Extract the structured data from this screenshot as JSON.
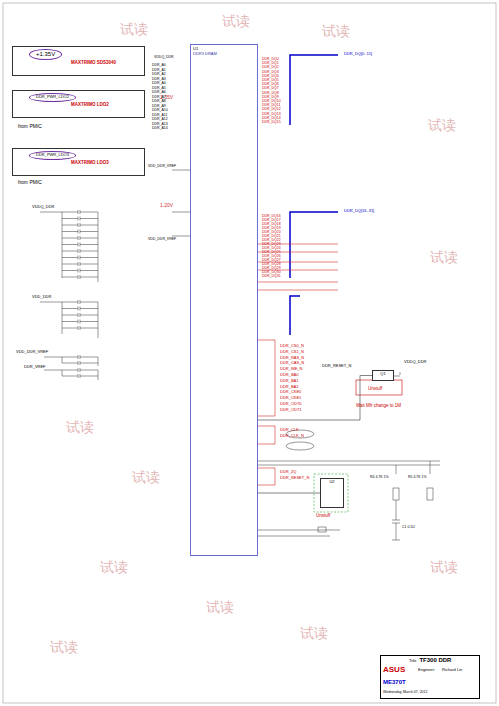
{
  "diagram": {
    "nodes": [
      {
        "text": [
          "+1.35V",
          "MAXTRIMO SDS3040"
        ]
      },
      {
        "text": [
          "DDR_PWR_LDO2",
          "MAXTRIMO LDO2"
        ]
      },
      {
        "text": [
          "DDR_PWR_LDO3",
          "MAXTRIMO LDO3"
        ]
      },
      {
        "text": [
          "U1",
          "DDR3 DRAM"
        ]
      },
      {
        "text": [
          "Title",
          "TF300 DDR"
        ]
      },
      {
        "text": [
          "U2"
        ]
      },
      {
        "text": [
          "Q1"
        ]
      }
    ],
    "edges": [
      {
        "from": 3,
        "to": 5,
        "arrow": "none"
      },
      {
        "from": 3,
        "to": 6,
        "arrow": "none"
      }
    ],
    "labels": [
      "from PMIC",
      "from PMIC",
      "1.35V",
      "1.20V",
      "VDDQ_DDR",
      "VDD_DDR",
      "VDD_DDR_VREF",
      "DDR_VREF",
      "VDDQ_DDR",
      "VDD_DDR_VREF",
      "VDD_DDR_VREF",
      "DDR_DQ[0..15]",
      "DDR_DQ[16..31]",
      "Unstuff",
      "Wait Mfr change to 1M",
      "VDDQ_DDR",
      "DDR_RESET_N",
      "Unstuff",
      "R4 4.7K 1%",
      "R5 4.7K 1%",
      "C1 0.1U",
      "ASUS",
      "Engineer:",
      "Richard Lin",
      "ME370T",
      "Wednesday, March 07, 2012",
      "DDR_A0",
      "DDR_A1",
      "DDR_A2",
      "DDR_A3",
      "DDR_A4",
      "DDR_A5",
      "DDR_A6",
      "DDR_A7",
      "DDR_A8",
      "DDR_A9",
      "DDR_A10",
      "DDR_A11",
      "DDR_A12",
      "DDR_A13",
      "DDR_A14",
      "DDR_DQ0",
      "DDR_DQ1",
      "DDR_DQ2",
      "DDR_DQ3",
      "DDR_DQ4",
      "DDR_DQ5",
      "DDR_DQ6",
      "DDR_DQ7",
      "DDR_DQ8",
      "DDR_DQ9",
      "DDR_DQ10",
      "DDR_DQ11",
      "DDR_DQ12",
      "DDR_DQ13",
      "DDR_DQ14",
      "DDR_DQ15",
      "DDR_DQ16",
      "DDR_DQ17",
      "DDR_DQ18",
      "DDR_DQ19",
      "DDR_DQ20",
      "DDR_DQ21",
      "DDR_DQ22",
      "DDR_DQ23",
      "DDR_DQ24",
      "DDR_DQ25",
      "DDR_DQ26",
      "DDR_DQ27",
      "DDR_DQ28",
      "DDR_DQ29",
      "DDR_DQ30",
      "DDR_DQ31",
      "DDR_CS0_N",
      "DDR_CS1_N",
      "DDR_RAS_N",
      "DDR_CAS_N",
      "DDR_WE_N",
      "DDR_BA0",
      "DDR_BA1",
      "DDR_BA2",
      "DDR_CKE0",
      "DDR_CKE1",
      "DDR_ODT0",
      "DDR_ODT1",
      "DDR_CLK",
      "DDR_CLK_N",
      "DDR_ZQ",
      "DDR_RESET_N",
      "试读",
      "试读",
      "试读",
      "试读",
      "试读",
      "试读",
      "试读",
      "试读",
      "试读",
      "试读",
      "试读",
      "试读"
    ]
  }
}
